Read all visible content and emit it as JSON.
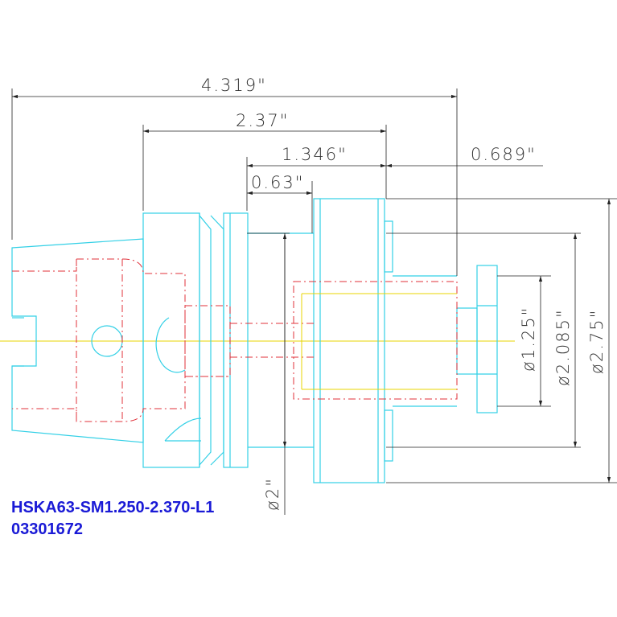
{
  "title": {
    "part_number": "HSKA63-SM1.250-2.370-L1",
    "code": "03301672"
  },
  "dimensions": {
    "overall_length": "4.319\"",
    "gauge_length": "2.37\"",
    "body_length": "1.346\"",
    "pilot_offset": "0.63\"",
    "nose_length": "0.689\"",
    "dia_bore": "ø1.25\"",
    "dia_flange": "ø2.085\"",
    "dia_outer": "ø2.75\"",
    "dia_shank": "ø2\""
  },
  "colors": {
    "outline": "#33d0e6",
    "hidden": "#e0303a",
    "centerline": "#e8d400",
    "dimension": "#222222",
    "label": "#1a1ad6"
  }
}
